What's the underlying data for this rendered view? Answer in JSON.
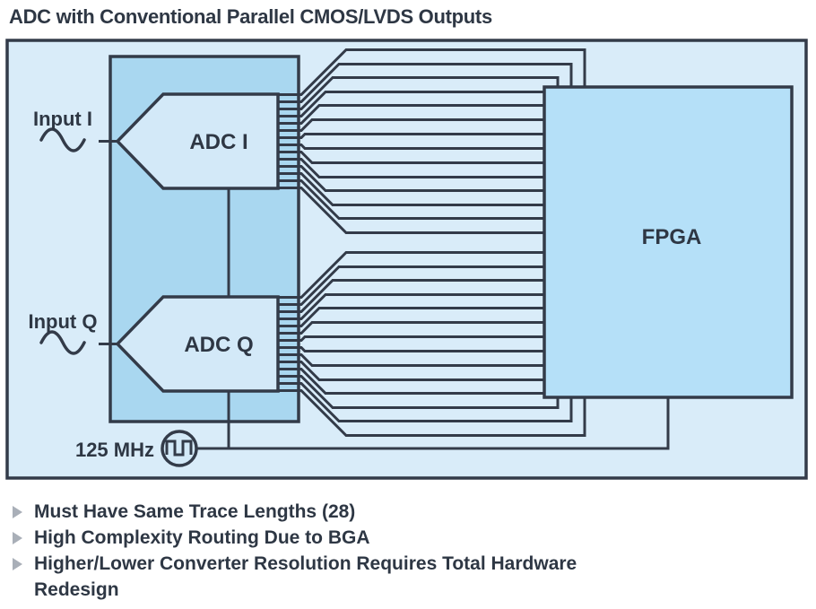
{
  "title": "ADC with Conventional Parallel CMOS/LVDS Outputs",
  "diagram": {
    "input_i_label": "Input I",
    "input_q_label": "Input Q",
    "adc_i_label": "ADC I",
    "adc_q_label": "ADC Q",
    "fpga_label": "FPGA",
    "clock_label": "125 MHz",
    "pins_per_adc": 14,
    "colors": {
      "stroke": "#333b49",
      "outer_fill": "#d9ecf9",
      "package_fill": "#a9d7f0",
      "block_fill": "#d3e9f8",
      "fpga_fill": "#b5e0f8",
      "text": "#2e3744",
      "marker": "#a9afb8"
    }
  },
  "bullets": [
    {
      "label": "Must Have Same Trace Lengths (28)"
    },
    {
      "label": "High Complexity Routing Due to BGA"
    },
    {
      "label": "Higher/Lower Converter Resolution Requires Total Hardware Redesign"
    }
  ]
}
